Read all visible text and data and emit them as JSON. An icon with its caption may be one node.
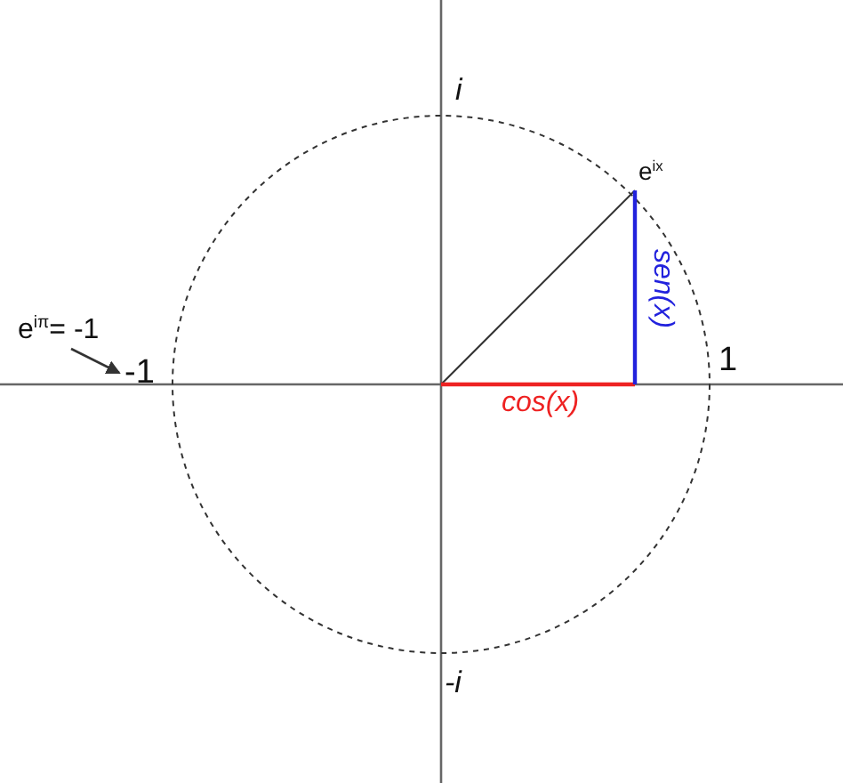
{
  "diagram": {
    "nodes": [
      {
        "text": [
          "e$^{iπ}$= -1"
        ]
      },
      {
        "text": [
          "-1"
        ]
      }
    ],
    "edges": [
      {
        "from": 0,
        "to": 1,
        "arrow": "to"
      }
    ],
    "labels": [
      "i",
      "e$^{ix}$",
      "sen(x)",
      "1",
      "cos(x)",
      "-i"
    ]
  }
}
